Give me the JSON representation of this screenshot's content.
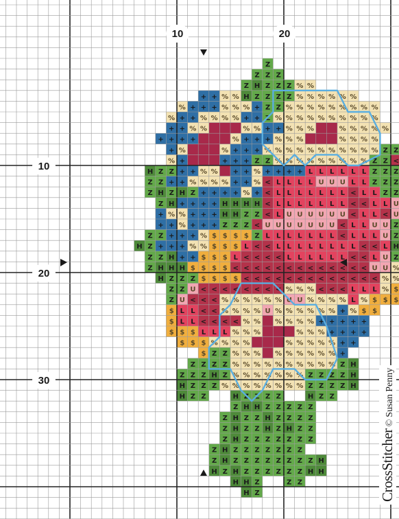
{
  "palette": {
    "Z": "#63a94a",
    "H": "#4e8a3a",
    "B": "#2f6fa5",
    "C": "#f3e2b3",
    "R": "#e3435f",
    "P": "#f2a6b2",
    "D": "#b3324a",
    "S": "#f0ae3e",
    "M": "#a8294a",
    "b": "#5aaee0"
  },
  "symbols": {
    "Z": "Z",
    "H": "H",
    "B": "+",
    "C": "%",
    "R": "L",
    "P": "U",
    "D": "<",
    "S": "$",
    "M": ""
  },
  "pattern": [
    {
      "row": 0,
      "start": 18,
      "cells": "Z"
    },
    {
      "row": 1,
      "start": 17,
      "cells": "ZZZ"
    },
    {
      "row": 2,
      "start": 16,
      "cells": "ZHZZZCC"
    },
    {
      "row": 3,
      "start": 12,
      "cells": "BBCCHZZZZCCCCCC"
    },
    {
      "row": 4,
      "start": 10,
      "cells": "CBBBCCCBZZCCCCCCCCC"
    },
    {
      "row": 5,
      "start": 9,
      "cells": "CBBCCCCBBZCCCCCCCCCC"
    },
    {
      "row": 6,
      "start": 9,
      "cells": "BBCCMMMCCBBCCCMMCCCCC"
    },
    {
      "row": 7,
      "start": 8,
      "cells": "BBBBMMMCBBBCCCMMMCCCC"
    },
    {
      "row": 8,
      "start": 9,
      "cells": "BCMMMCBBBCCCCCCCCCCCZZP"
    },
    {
      "row": 9,
      "start": 9,
      "cells": "CBMMMBBBZZCCCCCCCCCZZDRD"
    },
    {
      "row": 10,
      "start": 7,
      "cells": "HZZBBCCMBBCBBBBRRRRRRZZZZDRD"
    },
    {
      "row": 11,
      "start": 7,
      "cells": "ZZBBCCCCBBCDRRRRPPPRRZZZZZZ"
    },
    {
      "row": 12,
      "start": 7,
      "cells": "ZHZHZBBBBCBDRRRRRRRDRRZZPZZ"
    },
    {
      "row": 13,
      "start": 8,
      "cells": "ZHBBBBHHHHDRRRRRRRDDRRP"
    },
    {
      "row": 14,
      "start": 8,
      "cells": "BCCBBBHHZZDRPPPPPPDRRDPZ"
    },
    {
      "row": 15,
      "start": 8,
      "cells": "BBCBBBZZZDPPPPPPPDRRPPZZZ"
    },
    {
      "row": 16,
      "start": 7,
      "cells": "ZZBBBCSSSSZRRRRRRRDRRRPZZH"
    },
    {
      "row": 17,
      "start": 6,
      "cells": "HZBBBCCSSSRDDRRRRRRRRDDRHHZ"
    },
    {
      "row": 18,
      "start": 7,
      "cells": "ZZHBBSSSRDDDDRRRRRRDDRPZZ"
    },
    {
      "row": 19,
      "start": 7,
      "cells": "ZHHHSSSSDDDDDDDDDDDDDPPCZ"
    },
    {
      "row": 20,
      "start": 8,
      "cells": "HZZZSSSSDDDDDDDDDDDDDCCCS"
    },
    {
      "row": 21,
      "start": 9,
      "cells": "ZZPDDDDDDDDCCCDDDRRRCSSS"
    },
    {
      "row": 22,
      "start": 9,
      "cells": "ZPDDDCCCCCCPPCCCCRCSSS"
    },
    {
      "row": 23,
      "start": 9,
      "cells": "SRRDDCCCCPCCCCCCBCSS"
    },
    {
      "row": 24,
      "start": 9,
      "cells": "SRRDDDDCCMCCCCBBBBB"
    },
    {
      "row": 25,
      "start": 9,
      "cells": "SSSRRRCCCMMMCCCBBBB"
    },
    {
      "row": 26,
      "start": 10,
      "cells": "SSSCCCCMMMCCCCCBB"
    },
    {
      "row": 27,
      "start": 12,
      "cells": "SZZCCCMCCCCCCB"
    },
    {
      "row": 28,
      "start": 11,
      "cells": "ZZZZCCCCCCCCCCZH"
    },
    {
      "row": 29,
      "start": 10,
      "cells": "ZZZHZCCCCCCCZZZZH"
    },
    {
      "row": 30,
      "start": 10,
      "cells": "HZZZCCCCCCCCZZZZH"
    },
    {
      "row": 31,
      "start": 10,
      "cells": "HZZ  HZZZZ  HZZ"
    },
    {
      "row": 32,
      "start": 15,
      "cells": "ZHHZZZZZ"
    },
    {
      "row": 33,
      "start": 14,
      "cells": "ZHZZHZZZZ"
    },
    {
      "row": 34,
      "start": 14,
      "cells": "ZHZZHZHZZ"
    },
    {
      "row": 35,
      "start": 14,
      "cells": "ZHZZZZZZZ"
    },
    {
      "row": 36,
      "start": 13,
      "cells": "ZHZZZZZZZ"
    },
    {
      "row": 37,
      "start": 13,
      "cells": "ZHZZZZZZZZH"
    },
    {
      "row": 38,
      "start": 13,
      "cells": "HZHZZZZZZHH"
    },
    {
      "row": 39,
      "start": 15,
      "cells": "HHZ  ZZ"
    },
    {
      "row": 40,
      "start": 16,
      "cells": "HZ"
    }
  ],
  "flower_outlines": [
    {
      "name": "flower-outline-top",
      "points": [
        [
          21,
          3
        ],
        [
          25,
          3
        ],
        [
          26,
          5
        ],
        [
          28,
          5
        ],
        [
          29,
          7
        ],
        [
          29,
          9
        ],
        [
          27,
          10
        ],
        [
          26,
          10
        ],
        [
          25,
          9
        ],
        [
          23,
          9
        ],
        [
          22,
          10
        ],
        [
          21,
          9
        ],
        [
          20,
          10
        ],
        [
          19,
          9
        ],
        [
          18,
          8
        ],
        [
          18,
          6
        ],
        [
          19,
          5
        ],
        [
          19,
          3
        ],
        [
          21,
          3
        ]
      ]
    },
    {
      "name": "flower-outline-bottom",
      "points": [
        [
          16,
          21
        ],
        [
          19,
          21
        ],
        [
          21,
          23
        ],
        [
          23,
          23
        ],
        [
          24,
          25
        ],
        [
          25,
          28
        ],
        [
          24,
          30
        ],
        [
          22,
          30
        ],
        [
          21,
          29
        ],
        [
          19,
          29
        ],
        [
          18,
          31
        ],
        [
          17,
          32
        ],
        [
          16,
          31
        ],
        [
          15,
          29
        ],
        [
          13,
          29
        ],
        [
          13,
          27
        ],
        [
          14,
          26
        ],
        [
          14,
          24
        ],
        [
          15,
          23
        ],
        [
          16,
          21
        ]
      ]
    }
  ],
  "axis_labels": {
    "top_10": "10",
    "top_20": "20",
    "left_10": "10",
    "left_20": "20",
    "left_30": "30"
  },
  "credit": {
    "brand": "CrossStitcher",
    "copyright": "©",
    "author": "Susan Penny"
  }
}
